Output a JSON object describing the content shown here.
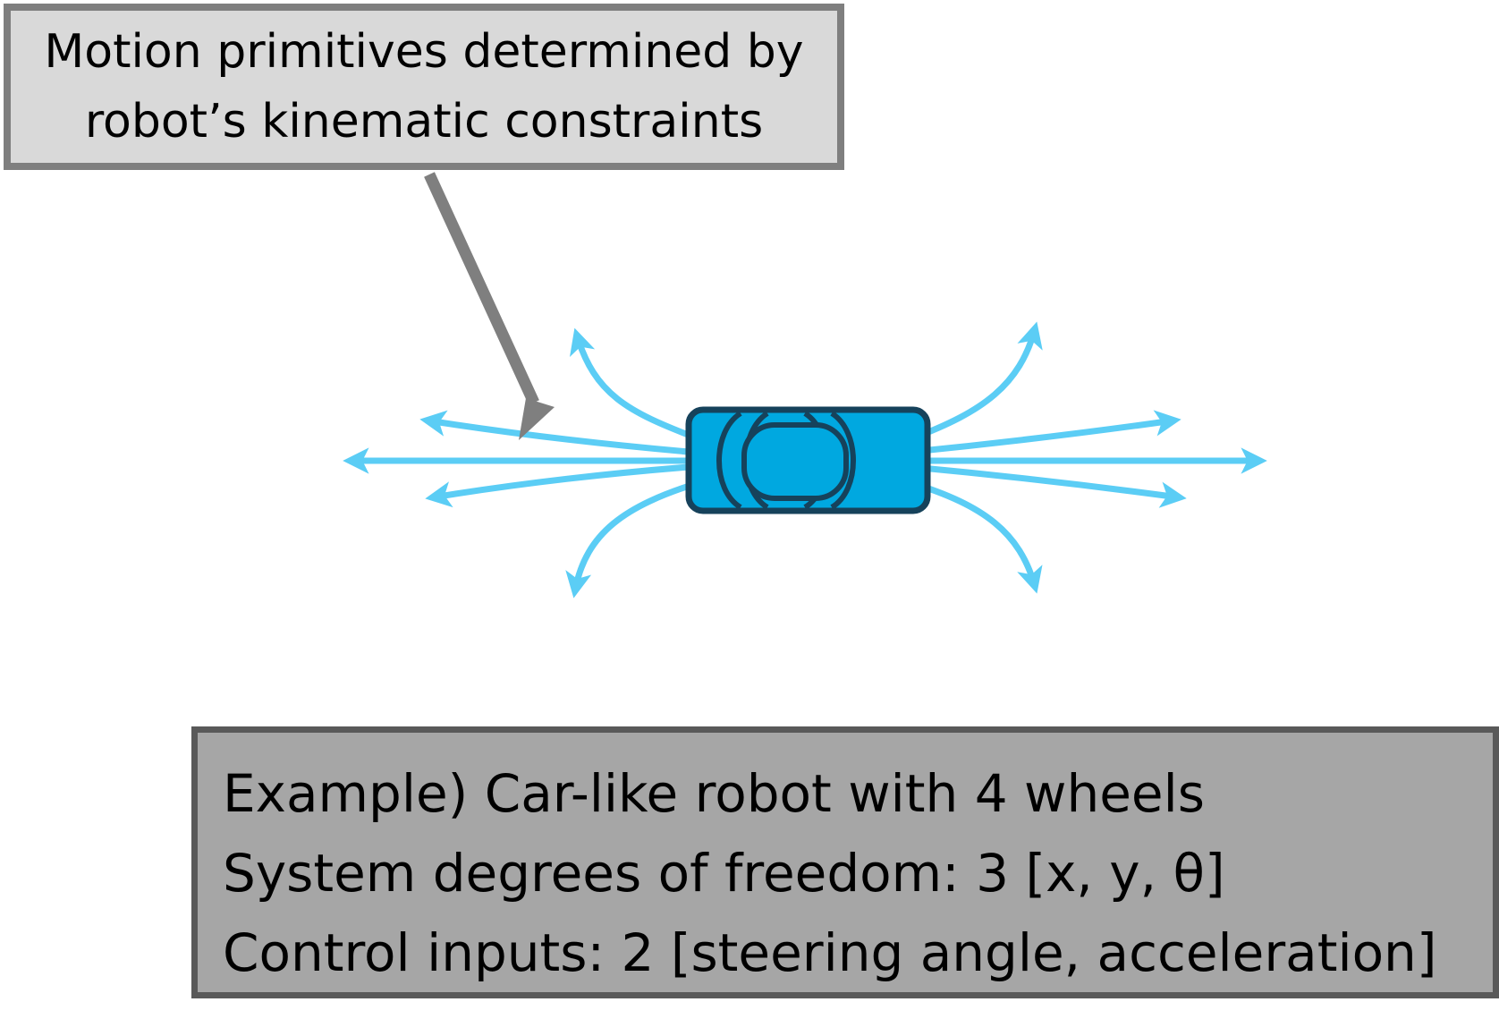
{
  "callout": {
    "line1": "Motion primitives determined by",
    "line2": "robot’s kinematic constraints"
  },
  "example": {
    "line1": "Example) Car-like robot with 4 wheels",
    "line2": "System degrees of freedom: 3 [x, y, θ]",
    "line3": "Control inputs: 2 [steering angle, acceleration]"
  },
  "colors": {
    "arrow": "#5bcdf5",
    "car_body": "#00a8e0",
    "car_outline": "#16425b",
    "pointer": "#808080",
    "callout_fill": "#d9d9d9",
    "example_fill": "#a6a6a6"
  },
  "icons": [
    "car-icon",
    "motion-primitive-arrow",
    "pointer-arrow"
  ]
}
